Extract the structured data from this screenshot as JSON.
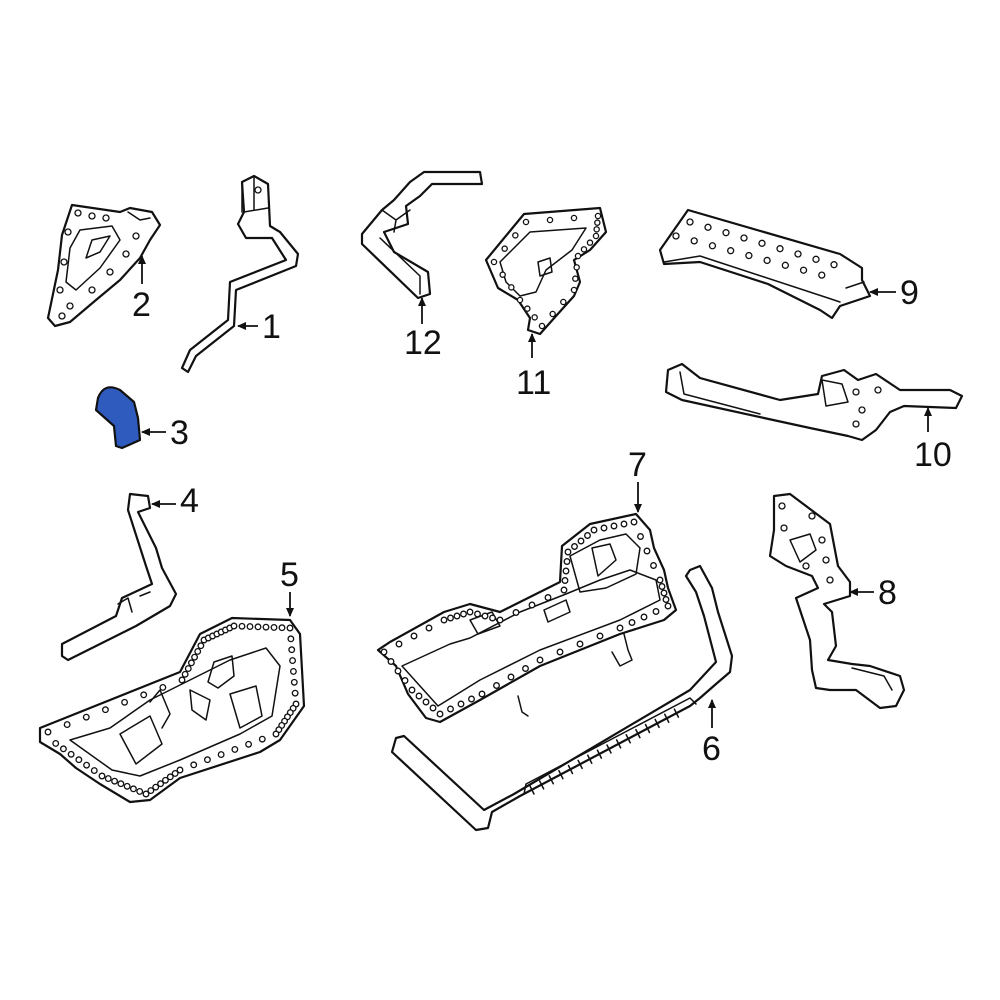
{
  "diagram": {
    "highlight_color": "#2f5bbf",
    "highlighted_part": "3",
    "callouts": {
      "c1": "1",
      "c2": "2",
      "c3": "3",
      "c4": "4",
      "c5": "5",
      "c6": "6",
      "c7": "7",
      "c8": "8",
      "c9": "9",
      "c10": "10",
      "c11": "11",
      "c12": "12"
    }
  }
}
